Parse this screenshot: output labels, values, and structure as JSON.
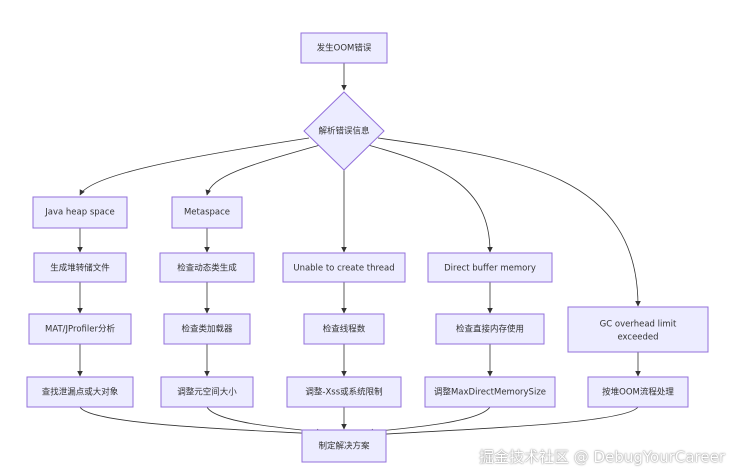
{
  "diagram": {
    "start": "发生OOM错误",
    "decision": "解析错误信息",
    "branches": [
      {
        "type": "Java heap space",
        "steps": [
          "生成堆转储文件",
          "MAT/JProfiler分析",
          "查找泄漏点或大对象"
        ]
      },
      {
        "type": "Metaspace",
        "steps": [
          "检查动态类生成",
          "检查类加载器",
          "调整元空间大小"
        ]
      },
      {
        "type": "Unable to create thread",
        "steps": [
          "检查线程数",
          "调整-Xss或系统限制"
        ]
      },
      {
        "type": "Direct buffer memory",
        "steps": [
          "检查直接内存使用",
          "调整MaxDirectMemorySize"
        ]
      },
      {
        "type_line1": "GC overhead limit",
        "type_line2": "exceeded",
        "steps": [
          "按堆OOM流程处理"
        ]
      }
    ],
    "end": "制定解决方案"
  },
  "watermark": "掘金技术社区 @ DebugYourCareer",
  "colors": {
    "node_fill": "#ececff",
    "node_stroke": "#9370db",
    "edge": "#333333",
    "text": "#333333"
  }
}
